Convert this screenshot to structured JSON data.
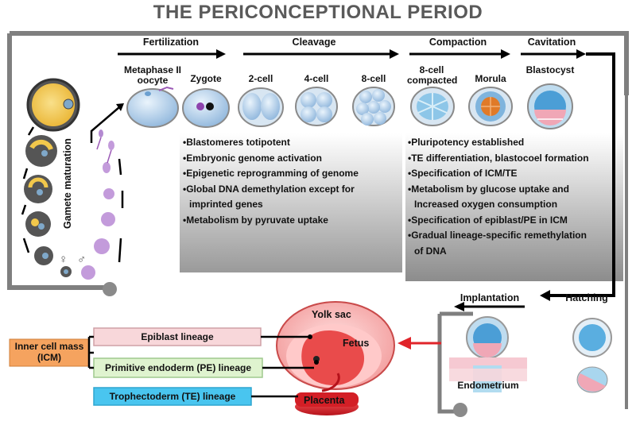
{
  "title": "THE PERICONCEPTIONAL PERIOD",
  "stages": {
    "fertilization": "Fertilization",
    "cleavage": "Cleavage",
    "compaction": "Compaction",
    "cavitation": "Cavitation",
    "hatching": "Hatching",
    "implantation": "Implantation"
  },
  "cells": {
    "metaphase": "Metaphase II oocyte",
    "zygote": "Zygote",
    "two_cell": "2-cell",
    "four_cell": "4-cell",
    "eight_cell": "8-cell",
    "compacted": "8-cell compacted",
    "morula": "Morula",
    "blastocyst": "Blastocyst"
  },
  "gamete_maturation": "Gamete maturation",
  "female_symbol": "♀",
  "male_symbol": "♂",
  "cleavage_bullets": [
    "•Blastomeres totipotent",
    "•Embryonic genome activation",
    "•Epigenetic reprogramming of genome",
    "•Global DNA demethylation except for",
    "  imprinted genes",
    "•Metabolism by pyruvate uptake"
  ],
  "compaction_bullets": [
    "•Pluripotency established",
    "•TE differentiation, blastocoel formation",
    "•Specification of ICM/TE",
    "•Metabolism by glucose uptake and",
    "  Increased oxygen consumption",
    "•Specification of epiblast/PE in ICM",
    "•Gradual lineage-specific remethylation",
    "  of DNA"
  ],
  "bottom": {
    "yolk_sac": "Yolk sac",
    "fetus": "Fetus",
    "placenta": "Placenta",
    "endometrium": "Endometrium",
    "inner_cell_mass": "Inner cell mass",
    "icm": "(ICM)",
    "epiblast": "Epiblast lineage",
    "primitive_endoderm": "Primitive endoderm (PE) lineage",
    "trophectoderm": "Trophectoderm (TE) lineage"
  },
  "colors": {
    "frame": "#7f7f7f",
    "embryo_blue": "#a9cbe8",
    "icm_orange": "#e07a28",
    "yolk": "#f2c84b",
    "placenta_red": "#d31f26",
    "arrow_red": "#e0242a",
    "epiblast_box": "#f8d7da",
    "pe_box": "#dff3cf",
    "te_box": "#49c5ef",
    "icm_box": "#f5a35f"
  }
}
